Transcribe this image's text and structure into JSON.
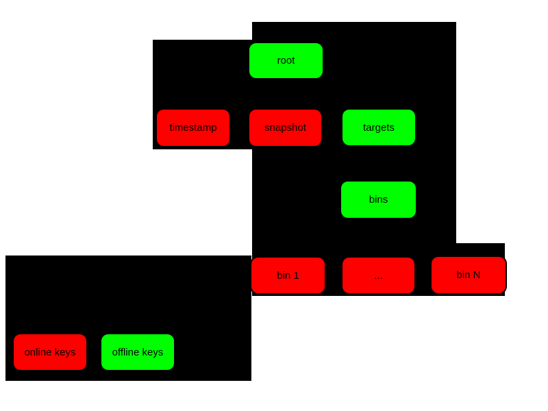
{
  "colors": {
    "online_role": "#ff0000",
    "offline_role": "#00ff00",
    "panel_background": "#000000",
    "page_background": "#ffffff",
    "label_text": "#000000"
  },
  "nodes": {
    "root": {
      "label": "root",
      "color": "green"
    },
    "timestamp": {
      "label": "timestamp",
      "color": "red"
    },
    "snapshot": {
      "label": "snapshot",
      "color": "red"
    },
    "targets": {
      "label": "targets",
      "color": "green"
    },
    "bins": {
      "label": "bins",
      "color": "green",
      "border_style": "dashed-corners"
    },
    "bin_1": {
      "label": "bin 1",
      "color": "red"
    },
    "bin_ellipsis": {
      "label": "...",
      "color": "red"
    },
    "bin_n": {
      "label": "bin N",
      "color": "red"
    },
    "online_keys": {
      "label": "online keys",
      "color": "red"
    },
    "offline_keys": {
      "label": "offline keys",
      "color": "green"
    }
  }
}
